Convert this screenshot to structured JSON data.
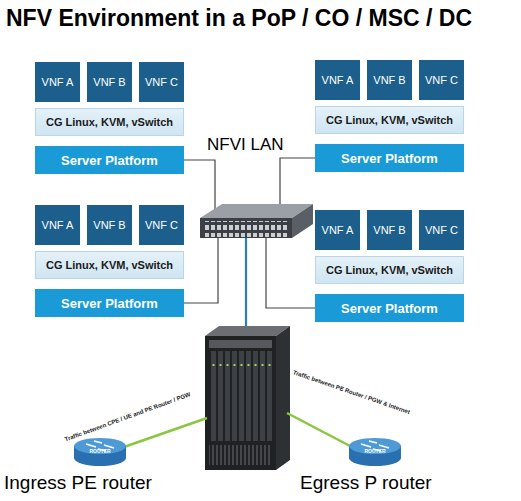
{
  "diagram": {
    "title": "NFV Environment in a PoP / CO / MSC / DC",
    "nodes": [
      {
        "text": [
          "VNF A"
        ]
      },
      {
        "text": [
          "VNF B"
        ]
      },
      {
        "text": [
          "VNF C"
        ]
      },
      {
        "text": [
          "CG Linux, KVM, vSwitch"
        ]
      },
      {
        "text": [
          "Server Platform"
        ]
      },
      {
        "text": [
          "VNF A"
        ]
      },
      {
        "text": [
          "VNF B"
        ]
      },
      {
        "text": [
          "VNF C"
        ]
      },
      {
        "text": [
          "CG Linux, KVM, vSwitch"
        ]
      },
      {
        "text": [
          "Server Platform"
        ]
      },
      {
        "text": [
          "VNF A"
        ]
      },
      {
        "text": [
          "VNF B"
        ]
      },
      {
        "text": [
          "VNF C"
        ]
      },
      {
        "text": [
          "CG Linux, KVM, vSwitch"
        ]
      },
      {
        "text": [
          "Server Platform"
        ]
      },
      {
        "text": [
          "VNF A"
        ]
      },
      {
        "text": [
          "VNF B"
        ]
      },
      {
        "text": [
          "VNF C"
        ]
      },
      {
        "text": [
          "CG Linux, KVM, vSwitch"
        ]
      },
      {
        "text": [
          "Server Platform"
        ]
      }
    ],
    "labels": [
      "NFVI LAN",
      "Traffic between CPE / UE and PE Router / PGW",
      "Traffic between PE Router / PGW & Internet",
      "ROUTER",
      "ROUTER",
      "Ingress PE router",
      "Egress P router"
    ]
  }
}
